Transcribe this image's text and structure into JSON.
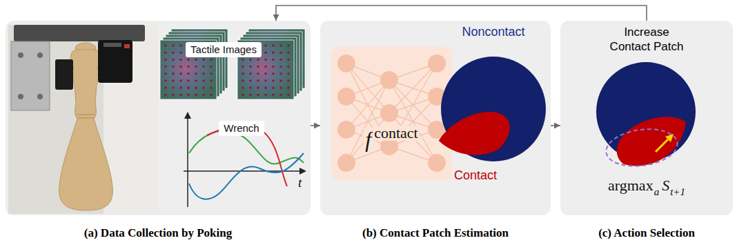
{
  "diagram": {
    "nodes": [
      {
        "text": [
          "(a) Data Collection by Poking"
        ]
      },
      {
        "text": [
          "Tactile Images"
        ],
        "in": 0
      },
      {
        "text": [
          "Wrench"
        ],
        "in": 0
      },
      {
        "text": [
          "(b) Contact Patch Estimation"
        ]
      },
      {
        "text": [
          "f",
          "contact"
        ],
        "in": 3
      },
      {
        "text": [
          "Noncontact",
          "Contact"
        ],
        "in": 3
      },
      {
        "text": [
          "(c) Action Selection",
          "Increase Contact Patch"
        ]
      }
    ],
    "edges": [
      {
        "from": 0,
        "to": 3,
        "arrow": "to"
      },
      {
        "from": 3,
        "to": 6,
        "arrow": "to"
      },
      {
        "from": 6,
        "to": 0,
        "arrow": "to"
      }
    ],
    "labels": [
      "t",
      "argmax",
      "a",
      "S",
      "t+1"
    ]
  }
}
